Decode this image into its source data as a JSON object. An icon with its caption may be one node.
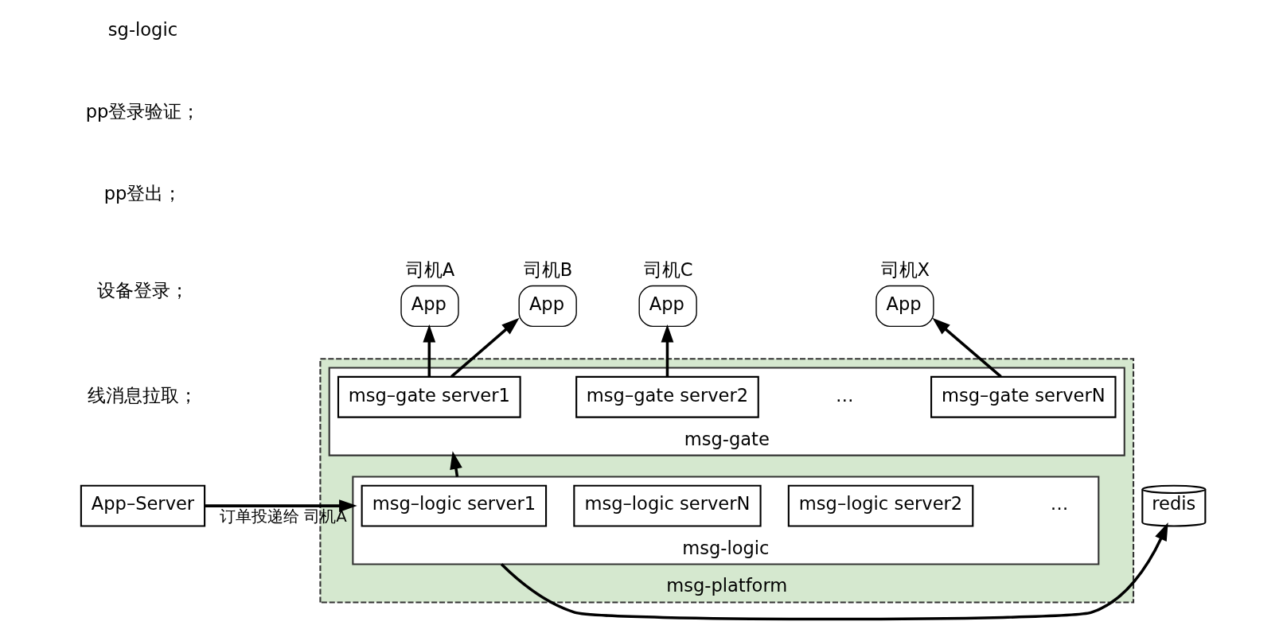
{
  "diagram": {
    "nodes": [
      {
        "text": [
          "App"
        ],
        "beside": [
          "司机A"
        ]
      },
      {
        "text": [
          "App"
        ],
        "beside": [
          "司机B"
        ]
      },
      {
        "text": [
          "App"
        ],
        "beside": [
          "司机C"
        ]
      },
      {
        "text": [
          "App"
        ],
        "beside": [
          "司机X"
        ]
      },
      {
        "text": [
          "msg-platform"
        ]
      },
      {
        "text": [
          "msg-gate"
        ],
        "in": 4
      },
      {
        "text": [
          "msg–gate server1"
        ],
        "in": 5
      },
      {
        "text": [
          "msg–gate server2"
        ],
        "in": 5
      },
      {
        "text": [
          "msg–gate serverN"
        ],
        "in": 5
      },
      {
        "text": [
          "msg-logic"
        ],
        "in": 4
      },
      {
        "text": [
          "msg–logic server1"
        ],
        "in": 9
      },
      {
        "text": [
          "msg–logic server2"
        ],
        "in": 9
      },
      {
        "text": [
          "msg–logic serverN"
        ],
        "in": 9
      },
      {
        "text": [
          "App–Server"
        ]
      },
      {
        "text": [
          "redis"
        ]
      }
    ],
    "edges": [
      {
        "from": 6,
        "to": 0,
        "arrow": "to"
      },
      {
        "from": 6,
        "to": 1,
        "arrow": "to"
      },
      {
        "from": 7,
        "to": 2,
        "arrow": "to"
      },
      {
        "from": 8,
        "to": 3,
        "arrow": "to"
      },
      {
        "from": 9,
        "to": 5,
        "arrow": "to"
      },
      {
        "from": 13,
        "to": 9,
        "arrow": "to",
        "label": "订单投递给 司机A"
      },
      {
        "from": 9,
        "to": 14,
        "arrow": "to"
      }
    ],
    "labels": [
      "sg-logic",
      "pp登录验证；",
      "pp登出；",
      "设备登录；",
      "线消息拉取；",
      "…",
      "…"
    ]
  }
}
